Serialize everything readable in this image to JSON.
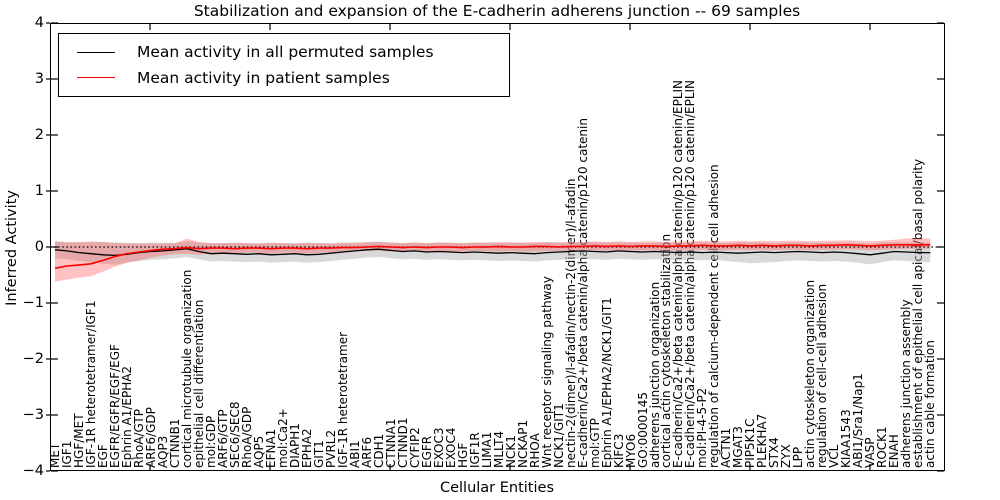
{
  "figure": {
    "title": "Stabilization and expansion of the E-cadherin adherens junction -- 69 samples",
    "xlabel": "Cellular Entities",
    "ylabel": "Inferred Activity"
  },
  "legend": {
    "entries": [
      {
        "label": "Mean activity in all permuted samples",
        "color": "#000000"
      },
      {
        "label": "Mean activity in patient samples",
        "color": "#ff0000"
      }
    ]
  },
  "chart_data": {
    "type": "line",
    "title": "Stabilization and expansion of the E-cadherin adherens junction -- 69 samples",
    "xlabel": "Cellular Entities",
    "ylabel": "Inferred Activity",
    "ylim": [
      -4,
      4
    ],
    "yticks": [
      -4,
      -3,
      -2,
      -1,
      0,
      1,
      2,
      3,
      4
    ],
    "grid": false,
    "legend_position": "upper left",
    "zero_line": {
      "value": 0,
      "style": "dotted",
      "color": "#000000"
    },
    "categories": [
      "MET",
      "IGF1",
      "HGF/MET",
      "IGF-1R heterotetramer/IGF1",
      "EGF",
      "EGFR/EGFR/EGF/EGF",
      "Ephrin A1/EPHA2",
      "RhoA/GTP",
      "ARF6/GDP",
      "AQP3",
      "CTNNB1",
      "cortical microtubule organization",
      "epithelial cell differentiation",
      "mol:GDP",
      "ARF6/GTP",
      "SEC6/SEC8",
      "RhoA/GDP",
      "AQP5",
      "EFNA1",
      "mol:Ca2+",
      "DIAPH1",
      "EPHA2",
      "GIT1",
      "PVRL2",
      "IGF-1R heterotetramer",
      "ABI1",
      "ARF6",
      "CDH1",
      "CTNNA1",
      "CTNND1",
      "CYFIP2",
      "EGFR",
      "EXOC3",
      "EXOC4",
      "HGF",
      "IGF1R",
      "LIMA1",
      "MLLT4",
      "NCK1",
      "NCKAP1",
      "RHOA",
      "Wnt receptor signaling pathway",
      "NCK1/GIT1",
      "nectin-2(dimer)/l-afadin/nectin-2(dimer)/l-afadin",
      "E-cadherin/Ca2+/beta catenin/alpha catenin/p120 catenin",
      "mol:GTP",
      "Ephrin A1/EPHA2/NCK1/GIT1",
      "KIFC3",
      "MYO6",
      "GO:0000145",
      "adherens junction organization",
      "cortical actin cytoskeleton stabilization",
      "E-cadherin/Ca2+/beta catenin/alpha catenin/p120 catenin/EPLIN",
      "E-cadherin/Ca2+/beta catenin/alpha catenin/p120 catenin/EPLIN",
      "mol:PI-4-5-P2",
      "regulation of calcium-dependent cell-cell adhesion",
      "ACTN1",
      "MGAT3",
      "PIP5K1C",
      "PLEKHA7",
      "STX4",
      "ZYX",
      "LPP",
      "actin cytoskeleton organization",
      "regulation of cell-cell adhesion",
      "VCL",
      "KIAA1543",
      "ABI1/Sra1/Nap1",
      "VASP",
      "ROCK1",
      "ENAH",
      "adherens junction assembly",
      "establishment of epithelial cell apical/basal polarity",
      "actin cable formation"
    ],
    "series": [
      {
        "name": "Mean activity in all permuted samples",
        "color": "#000000",
        "band_color": "#aaaaaa",
        "band_opacity": 0.45,
        "values": [
          -0.05,
          -0.07,
          -0.1,
          -0.12,
          -0.14,
          -0.15,
          -0.13,
          -0.1,
          -0.08,
          -0.07,
          -0.05,
          -0.03,
          -0.08,
          -0.12,
          -0.11,
          -0.12,
          -0.13,
          -0.12,
          -0.14,
          -0.13,
          -0.12,
          -0.14,
          -0.13,
          -0.11,
          -0.09,
          -0.07,
          -0.05,
          -0.04,
          -0.06,
          -0.08,
          -0.07,
          -0.09,
          -0.08,
          -0.09,
          -0.1,
          -0.09,
          -0.1,
          -0.11,
          -0.1,
          -0.11,
          -0.12,
          -0.1,
          -0.09,
          -0.08,
          -0.07,
          -0.08,
          -0.09,
          -0.07,
          -0.08,
          -0.09,
          -0.08,
          -0.09,
          -0.1,
          -0.09,
          -0.1,
          -0.09,
          -0.1,
          -0.11,
          -0.1,
          -0.09,
          -0.1,
          -0.09,
          -0.08,
          -0.09,
          -0.1,
          -0.09,
          -0.1,
          -0.12,
          -0.14,
          -0.11,
          -0.08,
          -0.09,
          -0.1,
          -0.1
        ],
        "band_upper": [
          0.1,
          0.09,
          0.08,
          0.08,
          0.09,
          0.08,
          0.08,
          0.07,
          0.08,
          0.08,
          0.07,
          0.1,
          0.08,
          0.07,
          0.07,
          0.08,
          0.07,
          0.07,
          0.08,
          0.07,
          0.07,
          0.08,
          0.07,
          0.07,
          0.08,
          0.08,
          0.09,
          0.09,
          0.08,
          0.07,
          0.08,
          0.07,
          0.08,
          0.07,
          0.07,
          0.08,
          0.07,
          0.07,
          0.08,
          0.07,
          0.07,
          0.08,
          0.08,
          0.08,
          0.09,
          0.08,
          0.08,
          0.08,
          0.08,
          0.07,
          0.08,
          0.08,
          0.07,
          0.08,
          0.08,
          0.08,
          0.07,
          0.08,
          0.08,
          0.08,
          0.07,
          0.08,
          0.08,
          0.08,
          0.07,
          0.08,
          0.08,
          0.07,
          0.06,
          0.08,
          0.09,
          0.08,
          0.08,
          0.08
        ],
        "band_lower": [
          -0.2,
          -0.22,
          -0.25,
          -0.27,
          -0.3,
          -0.32,
          -0.28,
          -0.25,
          -0.23,
          -0.22,
          -0.2,
          -0.18,
          -0.22,
          -0.26,
          -0.25,
          -0.26,
          -0.27,
          -0.26,
          -0.28,
          -0.27,
          -0.26,
          -0.28,
          -0.27,
          -0.25,
          -0.23,
          -0.21,
          -0.19,
          -0.18,
          -0.2,
          -0.22,
          -0.21,
          -0.23,
          -0.22,
          -0.23,
          -0.24,
          -0.23,
          -0.24,
          -0.25,
          -0.24,
          -0.25,
          -0.26,
          -0.24,
          -0.23,
          -0.22,
          -0.21,
          -0.22,
          -0.23,
          -0.21,
          -0.22,
          -0.23,
          -0.22,
          -0.23,
          -0.24,
          -0.23,
          -0.24,
          -0.23,
          -0.25,
          -0.27,
          -0.29,
          -0.28,
          -0.27,
          -0.25,
          -0.24,
          -0.25,
          -0.26,
          -0.25,
          -0.26,
          -0.28,
          -0.31,
          -0.27,
          -0.24,
          -0.25,
          -0.27,
          -0.27
        ]
      },
      {
        "name": "Mean activity in patient samples",
        "color": "#ff0000",
        "band_color": "#ff4d4d",
        "band_opacity": 0.35,
        "values": [
          -0.38,
          -0.34,
          -0.32,
          -0.3,
          -0.24,
          -0.17,
          -0.12,
          -0.09,
          -0.06,
          -0.04,
          -0.03,
          -0.01,
          -0.03,
          -0.02,
          -0.02,
          -0.03,
          -0.02,
          -0.02,
          -0.03,
          -0.02,
          -0.02,
          -0.03,
          -0.02,
          -0.02,
          -0.01,
          -0.01,
          0.0,
          0.01,
          0.0,
          -0.01,
          0.0,
          -0.01,
          0.0,
          0.0,
          -0.01,
          0.0,
          0.0,
          0.01,
          0.0,
          0.0,
          0.01,
          0.01,
          0.0,
          0.01,
          0.01,
          0.02,
          0.01,
          0.02,
          0.01,
          0.02,
          0.02,
          0.01,
          0.02,
          0.02,
          0.03,
          0.02,
          0.02,
          0.03,
          0.02,
          0.03,
          0.02,
          0.03,
          0.03,
          0.02,
          0.03,
          0.03,
          0.04,
          0.03,
          0.02,
          0.03,
          0.04,
          0.04,
          0.04,
          0.04
        ],
        "band_upper": [
          0.1,
          0.08,
          0.09,
          0.1,
          0.09,
          0.07,
          0.06,
          0.06,
          0.06,
          0.06,
          0.07,
          0.15,
          0.09,
          0.07,
          0.07,
          0.07,
          0.07,
          0.06,
          0.07,
          0.07,
          0.06,
          0.07,
          0.07,
          0.06,
          0.07,
          0.07,
          0.08,
          0.09,
          0.08,
          0.07,
          0.08,
          0.07,
          0.08,
          0.08,
          0.07,
          0.08,
          0.08,
          0.09,
          0.08,
          0.08,
          0.09,
          0.09,
          0.08,
          0.09,
          0.09,
          0.1,
          0.09,
          0.1,
          0.09,
          0.1,
          0.1,
          0.09,
          0.1,
          0.1,
          0.11,
          0.1,
          0.1,
          0.11,
          0.1,
          0.11,
          0.1,
          0.11,
          0.11,
          0.1,
          0.11,
          0.11,
          0.12,
          0.11,
          0.1,
          0.11,
          0.13,
          0.15,
          0.16,
          0.15
        ],
        "band_lower": [
          -0.62,
          -0.58,
          -0.55,
          -0.52,
          -0.44,
          -0.35,
          -0.28,
          -0.24,
          -0.19,
          -0.15,
          -0.13,
          -0.12,
          -0.14,
          -0.11,
          -0.1,
          -0.12,
          -0.1,
          -0.1,
          -0.12,
          -0.1,
          -0.1,
          -0.12,
          -0.1,
          -0.09,
          -0.09,
          -0.08,
          -0.07,
          -0.07,
          -0.08,
          -0.08,
          -0.07,
          -0.08,
          -0.08,
          -0.08,
          -0.08,
          -0.07,
          -0.08,
          -0.08,
          -0.07,
          -0.08,
          -0.08,
          -0.07,
          -0.07,
          -0.07,
          -0.06,
          -0.06,
          -0.07,
          -0.06,
          -0.06,
          -0.06,
          -0.06,
          -0.07,
          -0.06,
          -0.06,
          -0.05,
          -0.06,
          -0.06,
          -0.05,
          -0.06,
          -0.05,
          -0.06,
          -0.05,
          -0.05,
          -0.06,
          -0.05,
          -0.05,
          -0.04,
          -0.05,
          -0.06,
          -0.05,
          -0.04,
          -0.03,
          -0.03,
          -0.03
        ]
      }
    ]
  }
}
